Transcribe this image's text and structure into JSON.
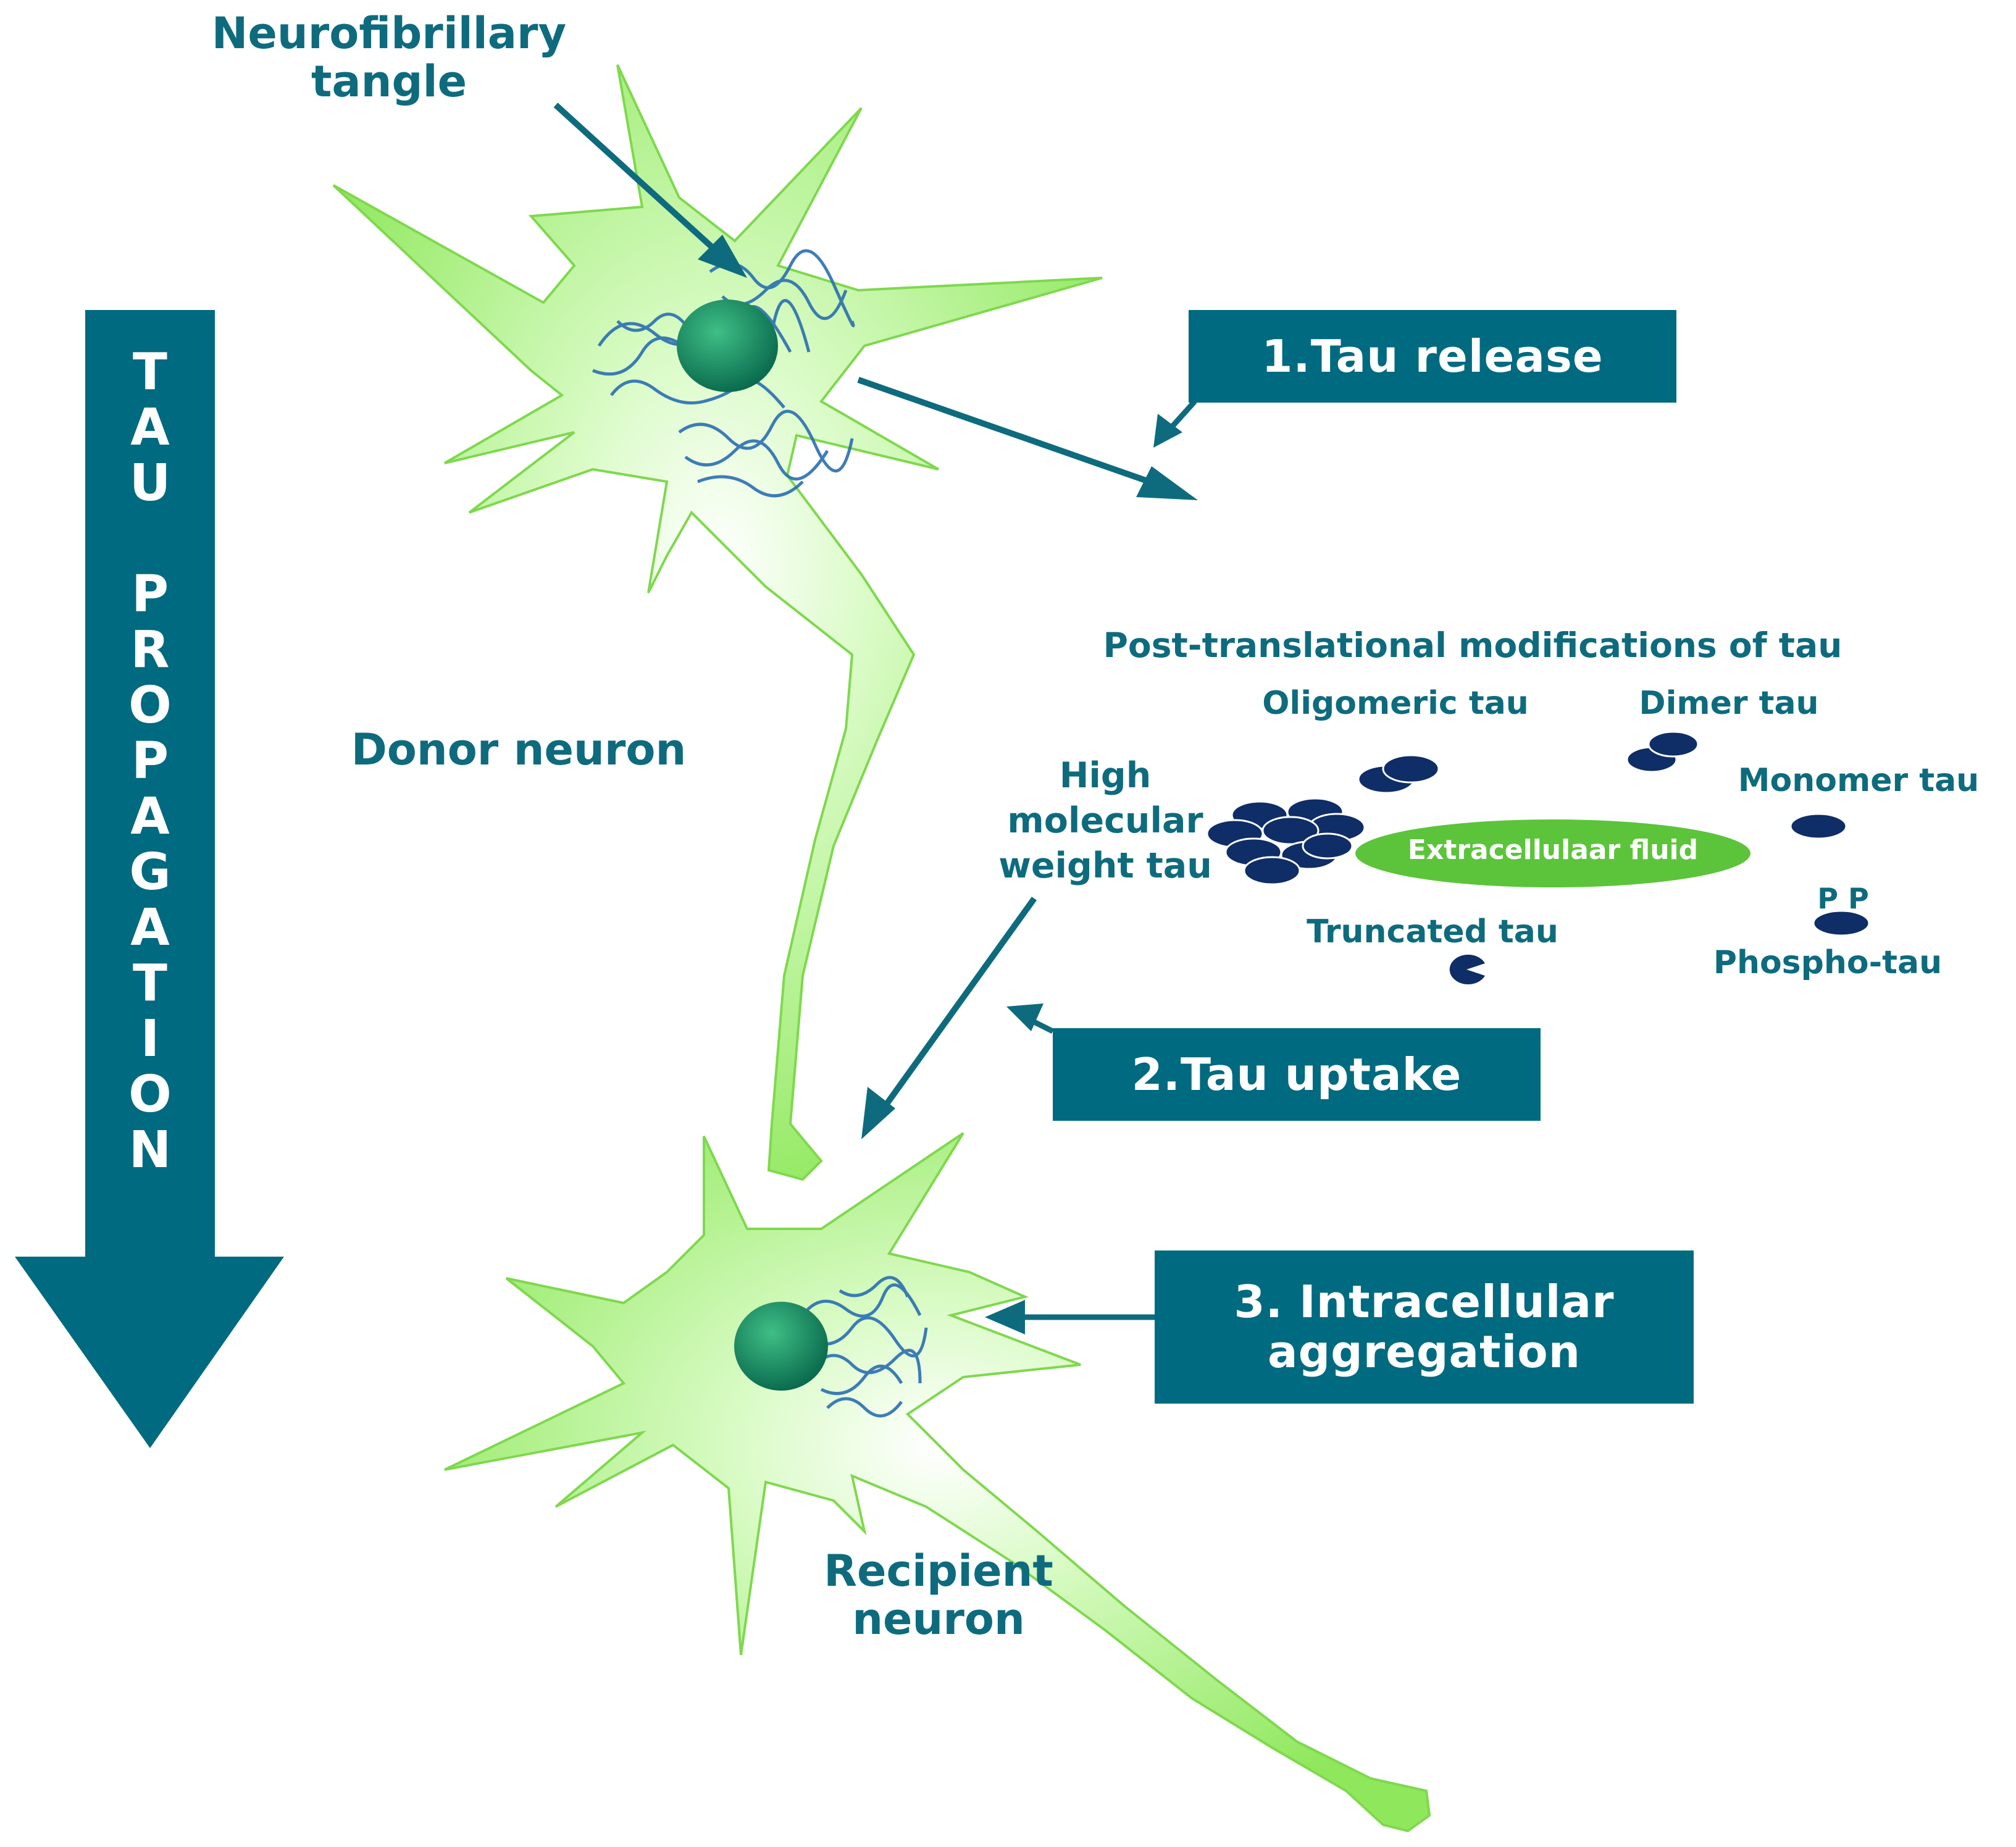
{
  "colors": {
    "accent": "#006a80",
    "label_text": "#0e6b7e",
    "neuron_body": "#9cf06a",
    "nucleus": "#0f8a55",
    "tau_particle": "#0f2d66",
    "fluid": "#5cc43b"
  },
  "side_arrow": {
    "letters": [
      "T",
      "A",
      "U",
      "",
      "P",
      "R",
      "O",
      "P",
      "A",
      "G",
      "A",
      "T",
      "I",
      "O",
      "N"
    ]
  },
  "labels": {
    "neurofibrillary_tangle": "Neurofibrillary\ntangle",
    "donor_neuron": "Donor neuron",
    "recipient_neuron": "Recipient\nneuron",
    "ptm_title": "Post-translational modifications of tau",
    "oligomeric_tau": "Oligomeric tau",
    "dimer_tau": "Dimer tau",
    "monomer_tau": "Monomer tau",
    "hmw_tau": "High\nmolecular\nweight tau",
    "extracellular_fluid": "Extracellulaar fluid",
    "truncated_tau": "Truncated tau",
    "phospho_tau": "Phospho-tau",
    "phospho_marks": "P P"
  },
  "steps": {
    "release": "1.Tau release",
    "uptake": "2.Tau uptake",
    "aggregation": "3. Intracellular\naggregation"
  }
}
